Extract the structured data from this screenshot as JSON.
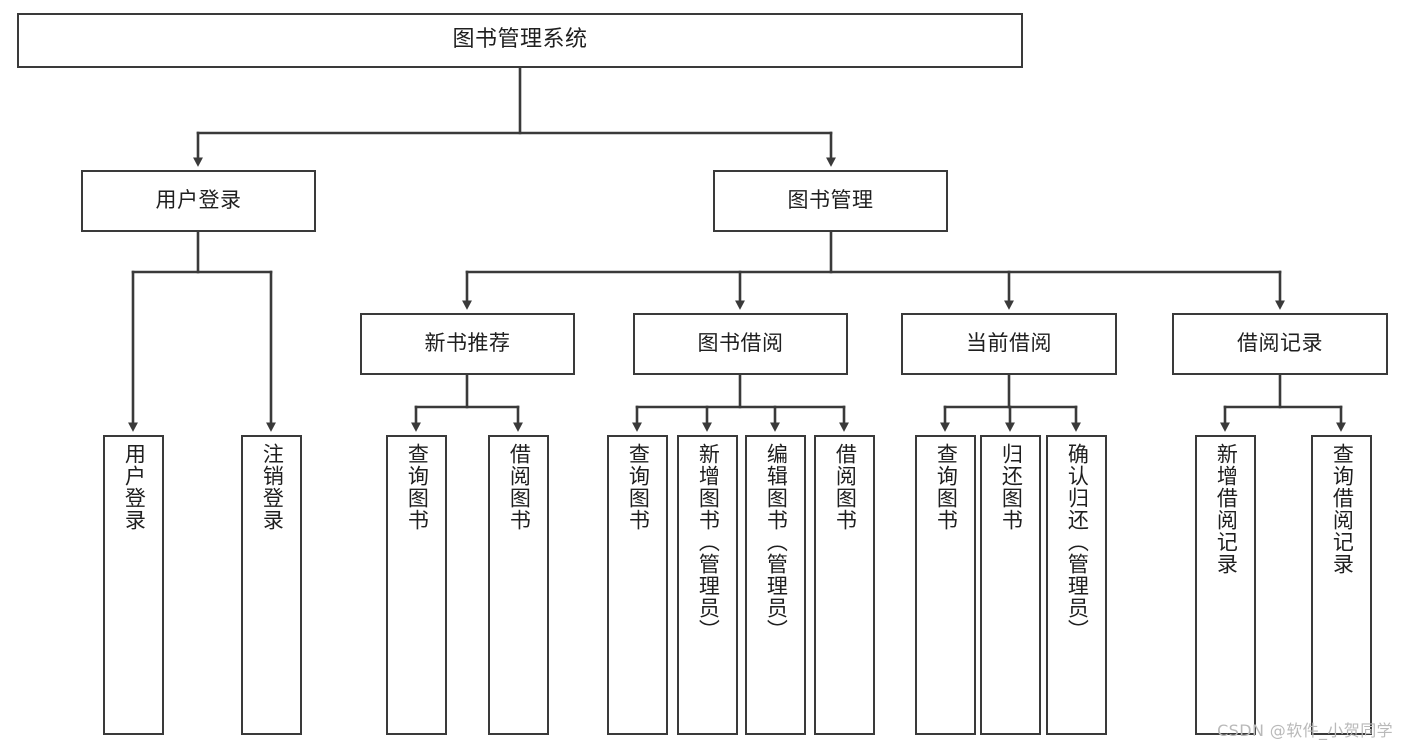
{
  "diagram": {
    "type": "tree",
    "title": "图书管理系统",
    "watermark": "CSDN @软件_小贺同学",
    "colors": {
      "box_border": "#3a3a3a",
      "box_fill": "#ffffff",
      "connector": "#3a3a3a",
      "text": "#1f1f1f",
      "watermark": "#b9b9b9",
      "background": "#ffffff"
    },
    "nodes": {
      "root": {
        "label": "图书管理系统"
      },
      "level2": [
        {
          "id": "user-login",
          "label": "用户登录"
        },
        {
          "id": "book-management",
          "label": "图书管理"
        }
      ],
      "level3": [
        {
          "id": "new-book-recommend",
          "label": "新书推荐"
        },
        {
          "id": "book-borrow",
          "label": "图书借阅"
        },
        {
          "id": "current-borrow",
          "label": "当前借阅"
        },
        {
          "id": "borrow-record",
          "label": "借阅记录"
        }
      ],
      "leaves": {
        "user-login": [
          {
            "id": "leaf-user-login",
            "label": "用户登录"
          },
          {
            "id": "leaf-logout-login",
            "label": "注销登录"
          }
        ],
        "new-book-recommend": [
          {
            "id": "leaf-query-book-1",
            "label": "查询图书"
          },
          {
            "id": "leaf-borrow-book-1",
            "label": "借阅图书"
          }
        ],
        "book-borrow": [
          {
            "id": "leaf-query-book-2",
            "label": "查询图书"
          },
          {
            "id": "leaf-add-book-admin",
            "label": "新增图书（管理员）"
          },
          {
            "id": "leaf-edit-book-admin",
            "label": "编辑图书（管理员）"
          },
          {
            "id": "leaf-borrow-book-2",
            "label": "借阅图书"
          }
        ],
        "current-borrow": [
          {
            "id": "leaf-query-book-3",
            "label": "查询图书"
          },
          {
            "id": "leaf-return-book",
            "label": "归还图书"
          },
          {
            "id": "leaf-confirm-return-admin",
            "label": "确认归还（管理员）"
          }
        ],
        "borrow-record": [
          {
            "id": "leaf-add-borrow-record",
            "label": "新增借阅记录"
          },
          {
            "id": "leaf-query-borrow-record",
            "label": "查询借阅记录"
          }
        ]
      }
    }
  }
}
